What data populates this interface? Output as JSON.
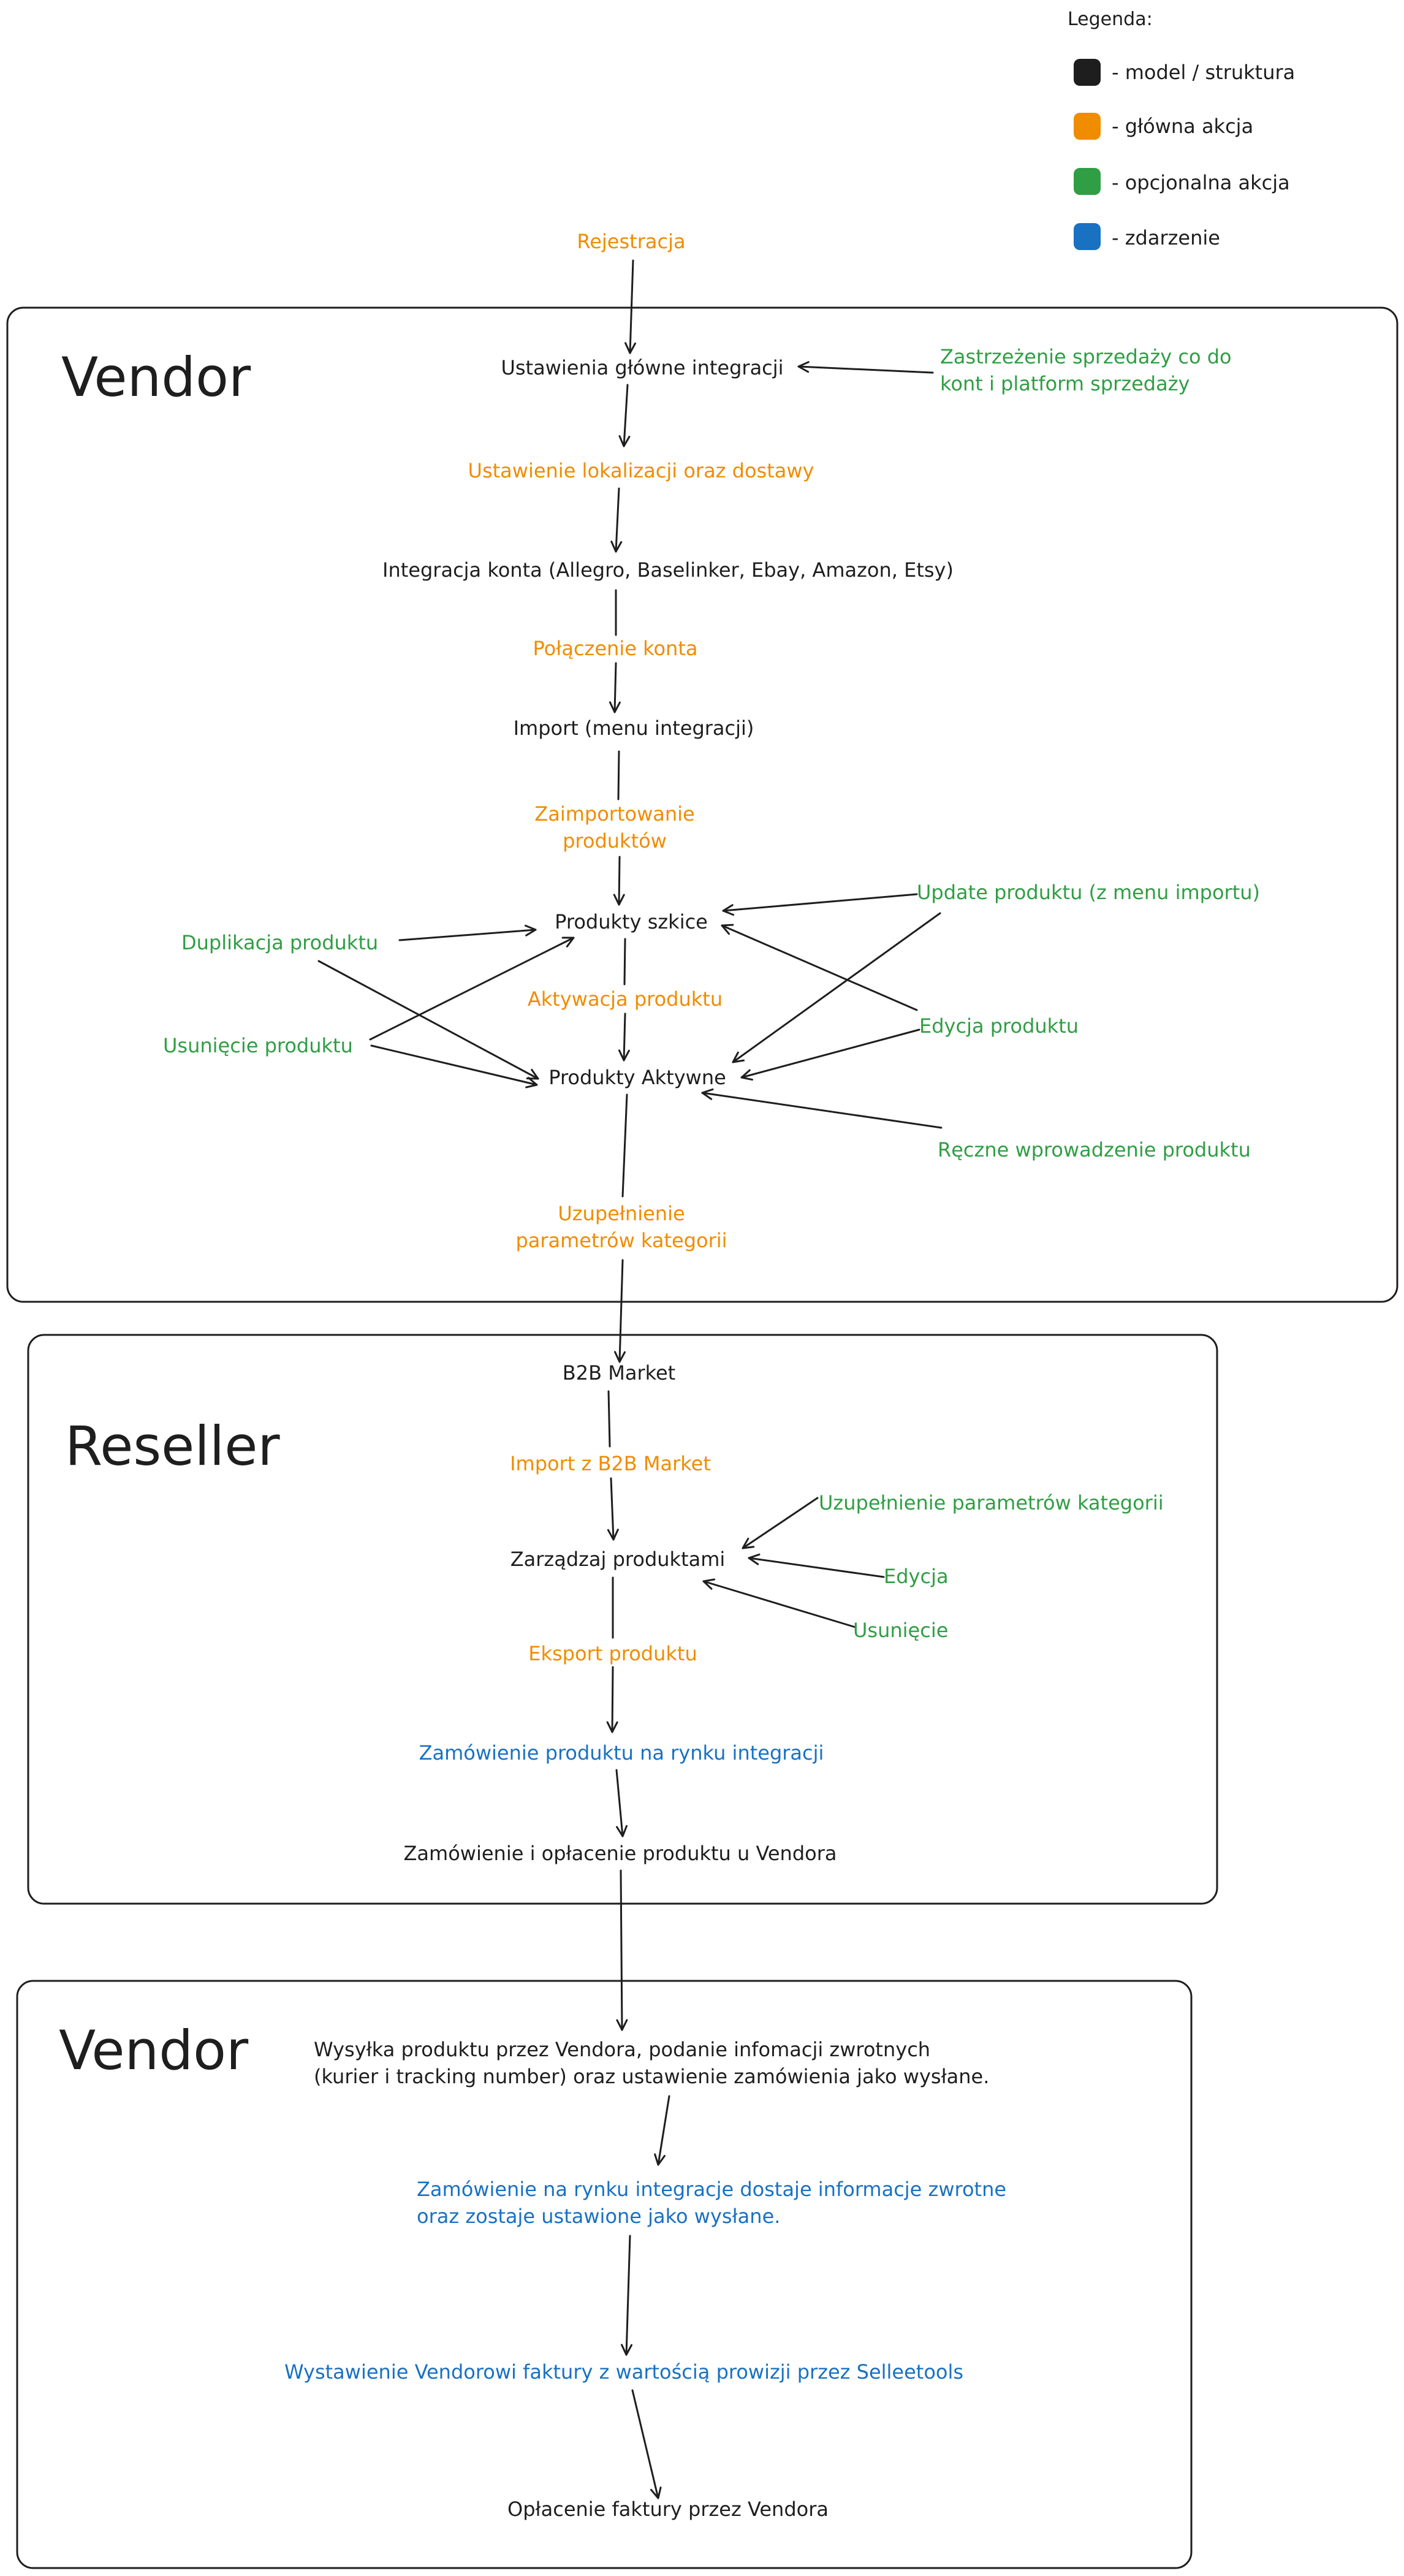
{
  "colors": {
    "model": "#1e1e1e",
    "main_action": "#f08c00",
    "optional_action": "#2f9e44",
    "event": "#1971c2"
  },
  "legend": {
    "title": "Legenda:",
    "items": [
      {
        "label": "- model / struktura",
        "color": "#1e1e1e"
      },
      {
        "label": "- główna akcja",
        "color": "#f08c00"
      },
      {
        "label": "- opcjonalna akcja",
        "color": "#2f9e44"
      },
      {
        "label": "- zdarzenie",
        "color": "#1971c2"
      }
    ]
  },
  "sections": {
    "vendor1_title": "Vendor",
    "reseller_title": "Reseller",
    "vendor2_title": "Vendor"
  },
  "nodes": {
    "rejestracja": "Rejestracja",
    "ustawienia": "Ustawienia główne integracji",
    "zastrzezenie": "Zastrzeżenie sprzedaży co do\nkont i platform sprzedaży",
    "lokalizacja": "Ustawienie lokalizacji oraz dostawy",
    "integracja": "Integracja konta (Allegro, Baselinker, Ebay, Amazon, Etsy)",
    "polaczenie": "Połączenie konta",
    "import": "Import (menu integracji)",
    "zaimportowanie": "Zaimportowanie\nproduktów",
    "szkice": "Produkty szkice",
    "update": "Update produktu (z menu importu)",
    "duplikacja": "Duplikacja produktu",
    "aktywacja": "Aktywacja produktu",
    "usuniecie": "Usunięcie produktu",
    "edycja": "Edycja produktu",
    "aktywne": "Produkty Aktywne",
    "reczne": "Ręczne wprowadzenie produktu",
    "uzupelnienie1": "Uzupełnienie\nparametrów kategorii",
    "b2b": "B2B Market",
    "import_b2b": "Import z B2B Market",
    "uzupelnienie2": "Uzupełnienie parametrów kategorii",
    "zarzadzaj": "Zarządzaj produktami",
    "edycja2": "Edycja",
    "usuniecie2": "Usunięcie",
    "eksport": "Eksport produktu",
    "zamowienie_rynek": "Zamówienie produktu na rynku integracji",
    "zamowienie_oplacenie": "Zamówienie i opłacenie produktu u Vendora",
    "wysylka": "Wysyłka produktu przez Vendora, podanie infomacji zwrotnych\n(kurier i tracking number) oraz ustawienie zamówienia jako wysłane.",
    "zamowienie_info": "Zamówienie na rynku integracje dostaje informacje zwrotne\noraz zostaje ustawione jako wysłane.",
    "faktura": "Wystawienie Vendorowi faktury z wartością prowizji przez Selleetools",
    "oplacenie": "Opłacenie faktury przez Vendora"
  }
}
